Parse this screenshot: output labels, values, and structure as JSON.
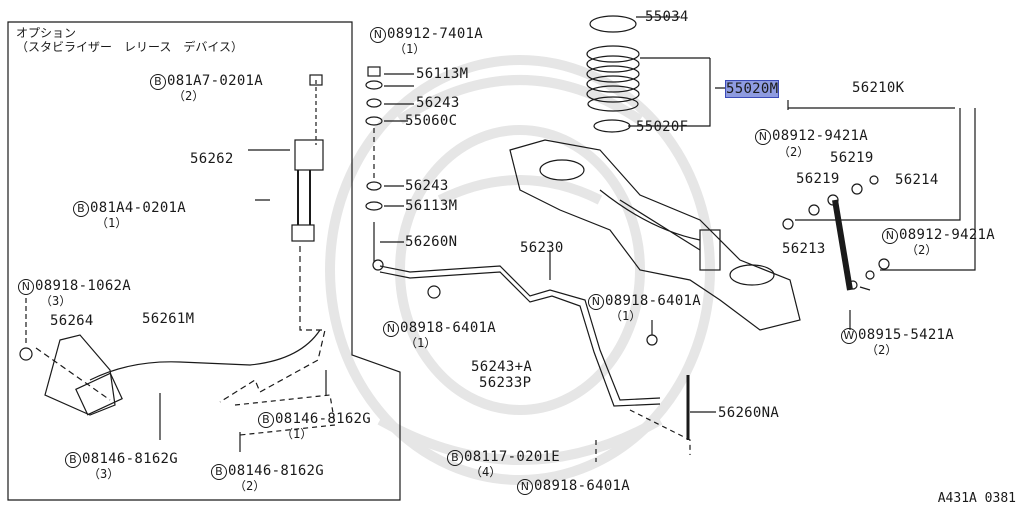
{
  "option_title": {
    "line1": "オプション",
    "line2": "（スタビライザー　レリース　デバイス）"
  },
  "callouts": [
    {
      "id": "55034",
      "text": "55034"
    },
    {
      "id": "55020M",
      "text": "55020M"
    },
    {
      "id": "55020F",
      "text": "55020F"
    },
    {
      "id": "56210K",
      "text": "56210K"
    },
    {
      "id": "08912-7401A",
      "prefix": "N",
      "text": "08912-7401A",
      "qty": "（1）"
    },
    {
      "id": "56113M_top",
      "text": "56113M"
    },
    {
      "id": "56243_top",
      "text": "56243"
    },
    {
      "id": "55060C",
      "text": "55060C"
    },
    {
      "id": "56243_mid",
      "text": "56243"
    },
    {
      "id": "56113M_mid",
      "text": "56113M"
    },
    {
      "id": "56260N",
      "text": "56260N"
    },
    {
      "id": "56230",
      "text": "56230"
    },
    {
      "id": "08912-9421A_top",
      "prefix": "N",
      "text": "08912-9421A",
      "qty": "（2）"
    },
    {
      "id": "56219_a",
      "text": "56219"
    },
    {
      "id": "56219_b",
      "text": "56219"
    },
    {
      "id": "56214",
      "text": "56214"
    },
    {
      "id": "56213",
      "text": "56213"
    },
    {
      "id": "08912-9421A_right",
      "prefix": "N",
      "text": "08912-9421A",
      "qty": "（2）"
    },
    {
      "id": "08918-6401A_left",
      "prefix": "N",
      "text": "08918-6401A",
      "qty": "（1）"
    },
    {
      "id": "08918-6401A_mid",
      "prefix": "N",
      "text": "08918-6401A",
      "qty": "（1）"
    },
    {
      "id": "08915-5421A",
      "prefix": "W",
      "text": "08915-5421A",
      "qty": "（2）"
    },
    {
      "id": "56243A",
      "text": "56243+A"
    },
    {
      "id": "56233P",
      "text": "56233P"
    },
    {
      "id": "56260NA",
      "text": "56260NA"
    },
    {
      "id": "08117-0201E",
      "prefix": "B",
      "text": "08117-0201E",
      "qty": "（4）"
    },
    {
      "id": "08918-6401A_bot",
      "prefix": "N",
      "text": "08918-6401A"
    },
    {
      "id": "081A7-0201A",
      "prefix": "B",
      "text": "081A7-0201A",
      "qty": "（2）"
    },
    {
      "id": "56262",
      "text": "56262"
    },
    {
      "id": "081A4-0201A",
      "prefix": "B",
      "text": "081A4-0201A",
      "qty": "（1）"
    },
    {
      "id": "08918-1062A",
      "prefix": "N",
      "text": "08918-1062A",
      "qty": "（3）"
    },
    {
      "id": "56264",
      "text": "56264"
    },
    {
      "id": "56261M",
      "text": "56261M"
    },
    {
      "id": "08146-8162G_a",
      "prefix": "B",
      "text": "08146-8162G",
      "qty": "（1）"
    },
    {
      "id": "08146-8162G_b",
      "prefix": "B",
      "text": "08146-8162G",
      "qty": "（3）"
    },
    {
      "id": "08146-8162G_c",
      "prefix": "B",
      "text": "08146-8162G",
      "qty": "（2）"
    }
  ],
  "highlight_id": "55020M",
  "figure_ref": "A431A 0381",
  "colors": {
    "ink": "#1a1a1a",
    "highlight": "#8e9be0",
    "watermark": "#e9e9e9"
  }
}
